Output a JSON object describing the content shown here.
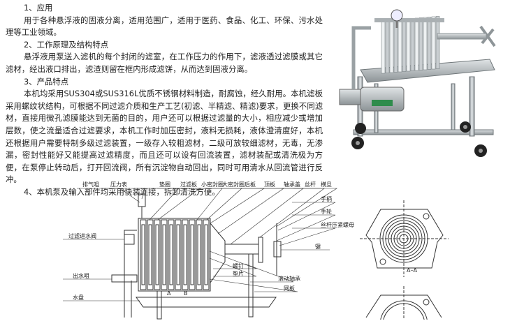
{
  "sections": [
    {
      "heading": "1、应用",
      "body": "用于各种悬浮液的固液分离，适用范围广，适用于医药、食品、化工、环保、污水处理等工业领域。"
    },
    {
      "heading": "2、工作原理及结构特点",
      "body": "悬浮液用泵送入滤机的每个封闭的滤室，在工作压力的作用下，滤液透过滤膜或其它滤材，经出液口排出，滤渣则留在框内形成滤饼，从而达到固液分离。"
    },
    {
      "heading": "3、产品特点",
      "body": "本机均采用SUS304或SUS316L优质不锈钢材料制造，耐腐蚀，经久耐用。本机滤板采用螺纹状结构，可根据不同过滤介质和生产工艺(初滤、半精滤、精滤)要求，更换不同滤材，直接用微孔滤膜能达到无菌的目的，用户还可以根据过滤量的大小，相应减少或增加层数，使之流量适合过滤要求，本机工作时加压密封，液料无损耗，液体澄清度好，本机还根据用户需要特制多级过滤装置，一级存入较粗滤材，二级可放较细滤材，无毒，无渗漏，密封性能好又能提高过滤精度，而且还可以设有回流装置，滤材装配或清洗极为方便，在泵停止转动后，打开回流阀，所有沉淀物自动回出，同时可用清水从回流管进行反冲。"
    },
    {
      "heading": "4、本机泵及输入部件均采用快装连接，拆卸清洗方便。"
    }
  ],
  "diagram": {
    "labels": {
      "vent": "排气咀",
      "gauge": "压力表",
      "gasket": "垫圈",
      "filter_plate": "过滤板",
      "small_seal": "小密封圈",
      "large_seal": "大密封圈",
      "rear_plate": "后板",
      "top_plate": "顶板",
      "bearing_cap": "轴承盖",
      "screw_rod": "丝杆",
      "crossbar": "横旦",
      "handle": "手柄",
      "handwheel": "手轮",
      "rod_nut": "丝杆压紧螺母",
      "key": "键",
      "inlet_valve": "过滤进水阀",
      "outlet": "出水咀",
      "tray": "水盘",
      "screw": "螺钉",
      "washer": "垫片",
      "rolling_bearing": "滚动轴承",
      "mesh_plate": "网板",
      "a": "A",
      "b": "B",
      "section": "A–A"
    }
  }
}
